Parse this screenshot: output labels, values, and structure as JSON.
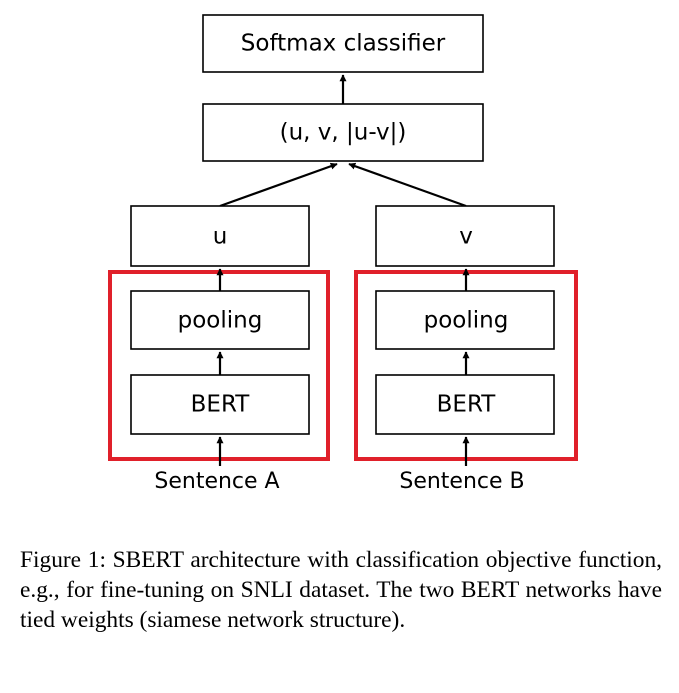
{
  "diagram": {
    "top_box": "Softmax classifier",
    "concat_box": "(u, v, |u-v|)",
    "left": {
      "output": "u",
      "pooling": "pooling",
      "encoder": "BERT",
      "input": "Sentence A"
    },
    "right": {
      "output": "v",
      "pooling": "pooling",
      "encoder": "BERT",
      "input": "Sentence B"
    },
    "colors": {
      "highlight": "#e0202a",
      "lines": "#000000"
    }
  },
  "caption": "Figure 1: SBERT architecture with classification objective function, e.g., for fine-tuning on SNLI dataset. The two BERT networks have tied weights (siamese network structure)."
}
